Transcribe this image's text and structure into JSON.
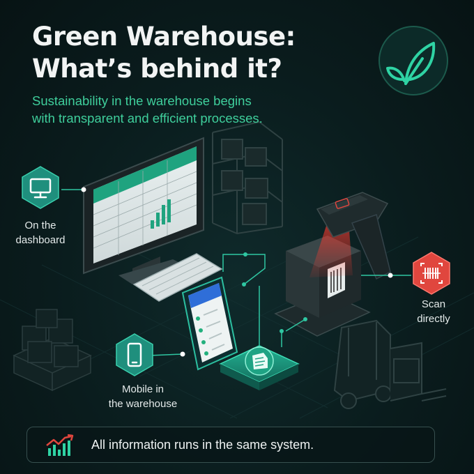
{
  "header": {
    "title_line1": "Green Warehouse:",
    "title_line2": "What’s behind it?",
    "subtitle_line1": "Sustainability in the warehouse begins",
    "subtitle_line2": "with transparent and efficient processes."
  },
  "features": {
    "dashboard": {
      "line1": "On the",
      "line2": "dashboard",
      "icon": "monitor-icon"
    },
    "mobile": {
      "line1": "Mobile in",
      "line2": "the warehouse",
      "icon": "smartphone-icon"
    },
    "scan": {
      "line1": "Scan",
      "line2": "directly",
      "icon": "barcode-icon"
    }
  },
  "footer": {
    "text": "All information runs in the same system.",
    "icon": "trend-chart-icon"
  },
  "colors": {
    "background": "#0a1c1d",
    "accent_green": "#3fcf9c",
    "teal_badge": "#1f8f7d",
    "scan_red": "#e0463e",
    "text": "#f2f4f4"
  }
}
